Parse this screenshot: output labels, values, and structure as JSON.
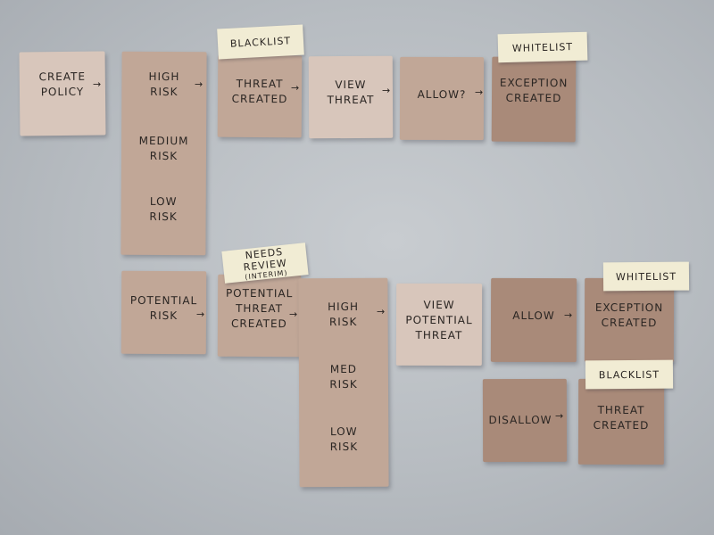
{
  "row1": {
    "create_policy": "Create\nPolicy",
    "risk_levels": [
      "High\nRisk",
      "Medium\nRisk",
      "Low\nRisk"
    ],
    "threat_created": "Threat\nCreated",
    "view_threat": "View\nThreat",
    "allow_question": "Allow?",
    "exception_created": "Exception\nCreated",
    "blacklist_tag": "Blacklist",
    "whitelist_tag": "Whitelist"
  },
  "row2": {
    "potential_risk": "Potential\nRisk",
    "potential_threat_created": "Potential\nThreat\nCreated",
    "needs_review_tag": "Needs Review",
    "needs_review_sub": "(Interim)",
    "risk_levels": [
      "High\nRisk",
      "Med\nRisk",
      "Low\nRisk"
    ],
    "view_potential_threat": "View\nPotential\nThreat",
    "allow": "Allow",
    "exception_created": "Exception\nCreated",
    "whitelist_tag": "Whitelist",
    "disallow": "Disallow",
    "threat_created": "Threat\nCreated",
    "blacklist_tag": "Blacklist"
  },
  "arrow_glyph": "→",
  "colors": {
    "wall": "#b7bcc1",
    "note_light": "#d8c6bb",
    "note_mid": "#c1a797",
    "note_dark": "#a98a79",
    "tag": "#f1ecd4",
    "ink": "#2a2522"
  }
}
